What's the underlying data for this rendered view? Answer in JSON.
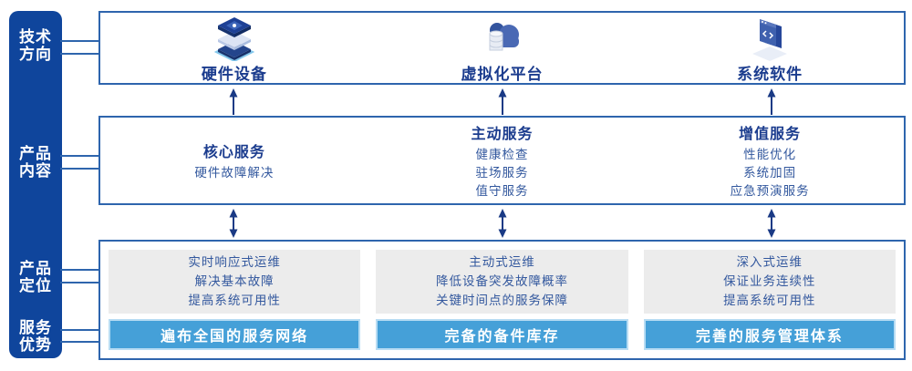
{
  "palette": {
    "sidebar_navy": "#0f459c",
    "box_border_blue": "#2e65ad",
    "heading_navy": "#1b3c8e",
    "body_blue": "#33589e",
    "banner_blue": "#45a0d8",
    "banner_border": "#b7dcf3",
    "card_gray": "#ececec",
    "arrow_navy": "#1a3a85"
  },
  "sidebar": {
    "items": [
      {
        "line1": "技术",
        "line2": "方向"
      },
      {
        "line1": "产品",
        "line2": "内容"
      },
      {
        "line1": "产品",
        "line2": "定位"
      },
      {
        "line1": "服务",
        "line2": "优势"
      }
    ]
  },
  "top_row": {
    "items": [
      {
        "label": "硬件设备",
        "icon": "server-stack-icon"
      },
      {
        "label": "虚拟化平台",
        "icon": "cloud-database-icon"
      },
      {
        "label": "系统软件",
        "icon": "code-window-icon"
      }
    ]
  },
  "mid_row": {
    "columns": [
      {
        "title": "核心服务",
        "items": [
          "硬件故障解决"
        ]
      },
      {
        "title": "主动服务",
        "items": [
          "健康检查",
          "驻场服务",
          "值守服务"
        ]
      },
      {
        "title": "增值服务",
        "items": [
          "性能优化",
          "系统加固",
          "应急预演服务"
        ]
      }
    ]
  },
  "bottom_row": {
    "cards": [
      {
        "lines": [
          "实时响应式运维",
          "解决基本故障",
          "提高系统可用性"
        ],
        "bar": "遍布全国的服务网络"
      },
      {
        "lines": [
          "主动式运维",
          "降低设备突发故障概率",
          "关键时间点的服务保障"
        ],
        "bar": "完备的备件库存"
      },
      {
        "lines": [
          "深入式运维",
          "保证业务连续性",
          "提高系统可用性"
        ],
        "bar": "完善的服务管理体系"
      }
    ]
  }
}
